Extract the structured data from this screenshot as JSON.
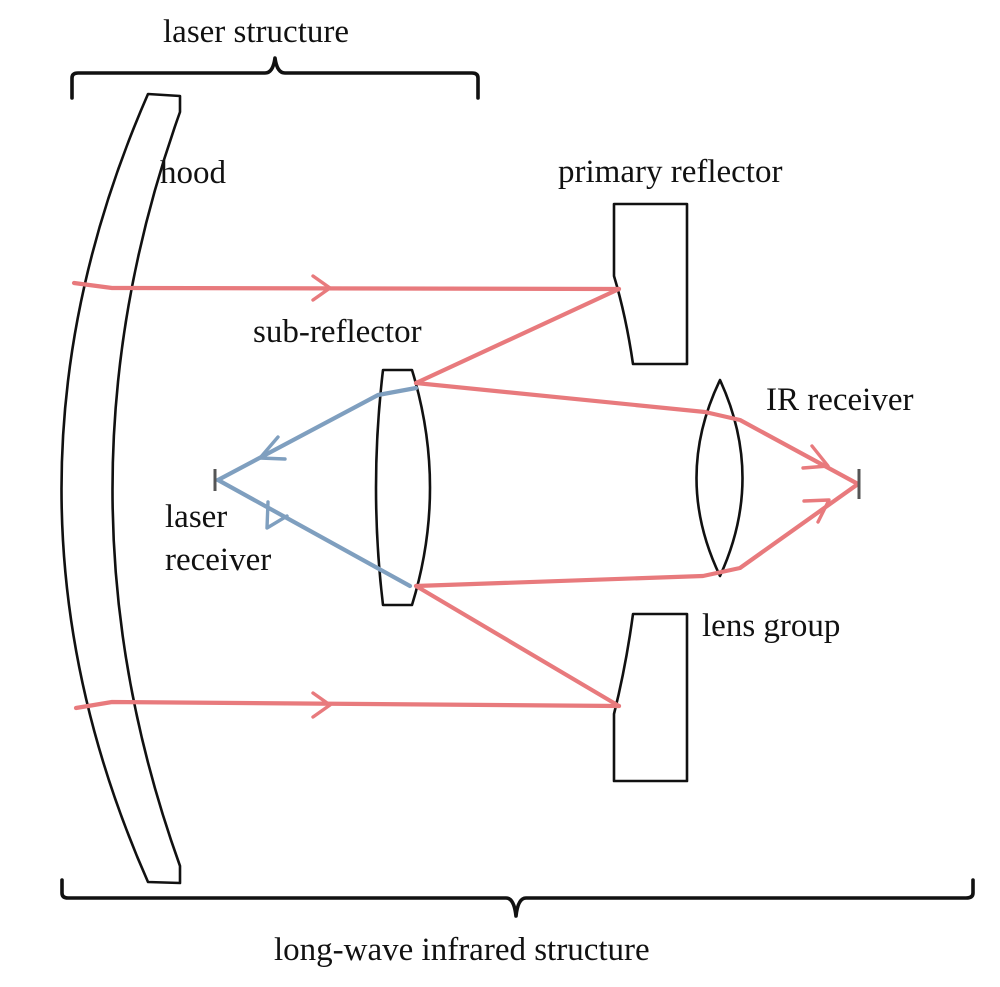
{
  "labels": {
    "laser_structure": "laser structure",
    "hood": "hood",
    "primary_reflector": "primary reflector",
    "sub_reflector": "sub-reflector",
    "ir_receiver": "IR receiver",
    "laser_receiver_line1": "laser",
    "laser_receiver_line2": "receiver",
    "lens_group": "lens group",
    "long_wave_infrared_structure": "long-wave infrared structure"
  },
  "colors": {
    "infrared_ray": "#e87a7d",
    "laser_ray": "#7f9fbf",
    "outline": "#111111",
    "background": "#ffffff"
  }
}
